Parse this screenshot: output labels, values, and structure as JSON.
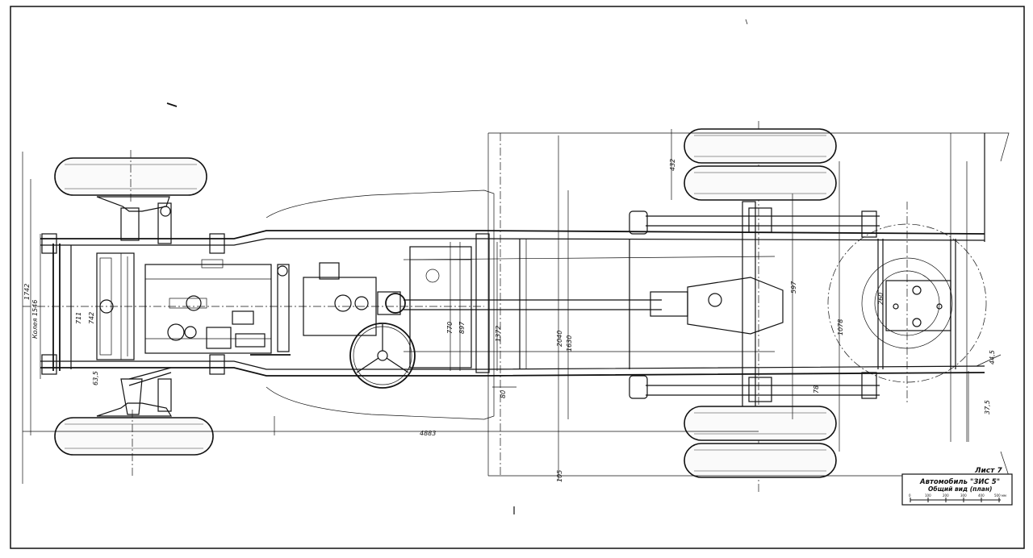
{
  "sheet_label": "Лист 7",
  "title_block": {
    "line1": "Автомобиль \"ЗИС 5\"",
    "line2": "Общий вид (план)",
    "scale_ticks": [
      "0",
      "100",
      "200",
      "300",
      "400",
      "500 мм"
    ]
  },
  "dimensions": {
    "d_4883": "4883",
    "d_1546": "Колея 1546",
    "d_1742": "1742",
    "d_711": "711",
    "d_742": "742",
    "d_635": "63,5",
    "d_770": "770",
    "d_897_left": "897",
    "d_1372": "1372",
    "d_2040": "2040",
    "d_1630": "1630",
    "d_432": "432",
    "d_597": "597",
    "d_1078": "1078",
    "d_260": "260",
    "d_78": "78",
    "d_375": "37,5",
    "d_445": "44,5",
    "d_80": "80",
    "d_105": "105"
  }
}
